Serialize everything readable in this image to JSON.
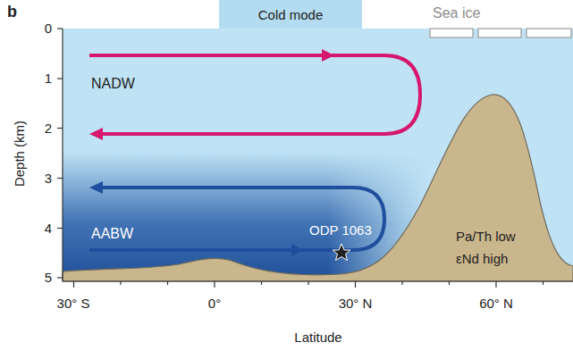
{
  "diagram": {
    "nodes": [
      {
        "text": [
          "Cold mode"
        ]
      }
    ],
    "labels": [
      "b",
      "Sea ice",
      "0",
      "1",
      "2",
      "3",
      "4",
      "5",
      "Depth (km)",
      "NADW",
      "AABW",
      "ODP 1063",
      "Pa/Th low",
      "εNd high",
      "30° S",
      "0°",
      "30° N",
      "60° N",
      "Latitude"
    ]
  }
}
